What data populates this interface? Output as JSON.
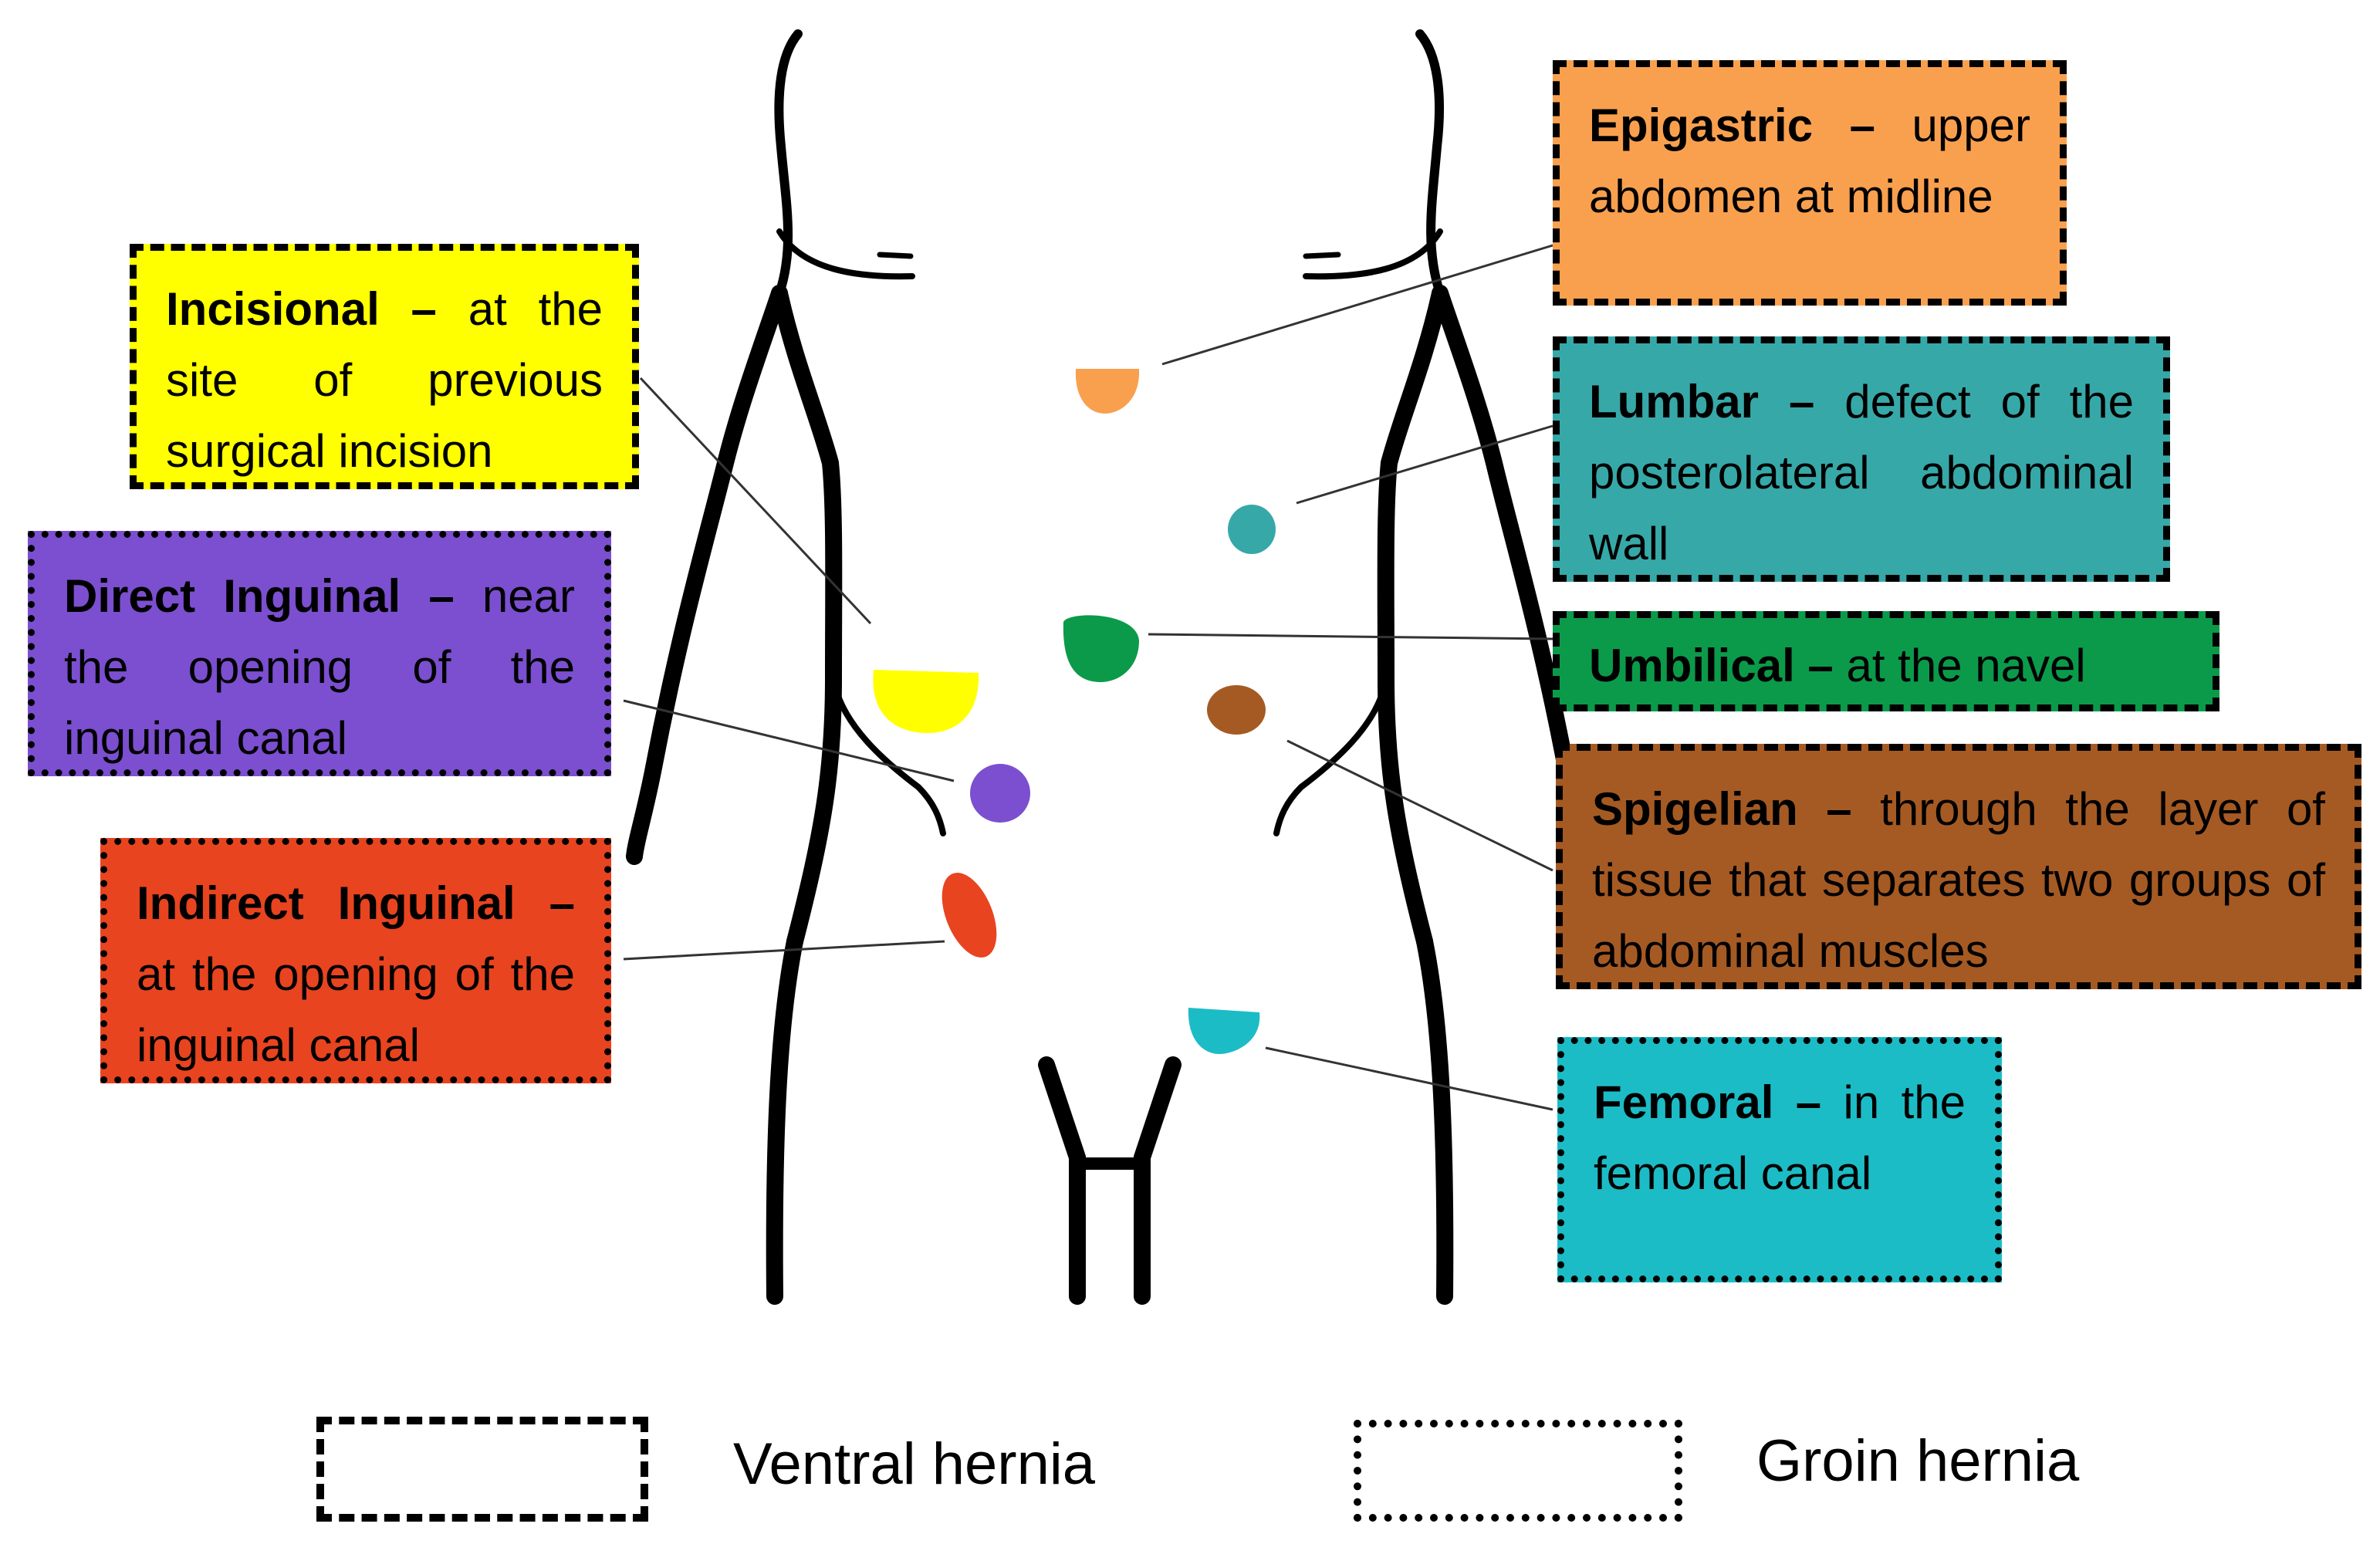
{
  "hernias": [
    {
      "name": "Incisional",
      "sep": " – ",
      "desc": "at the site of previous surgical incision",
      "color": "#ffff00",
      "type": "ventral"
    },
    {
      "name": "Direct Inguinal",
      "sep": " – ",
      "desc": "near the opening of the inguinal canal",
      "color": "#7b4fcf",
      "type": "groin"
    },
    {
      "name": "Indirect Inguinal",
      "sep": " – ",
      "desc": "at the opening of the inguinal canal",
      "color": "#e84420",
      "type": "groin"
    },
    {
      "name": "Epigastric",
      "sep": " – ",
      "desc": "upper abdomen at midline",
      "color": "#f9a04f",
      "type": "ventral"
    },
    {
      "name": "Lumbar",
      "sep": " – ",
      "desc": "defect of the posterolateral abdominal wall",
      "color": "#37a8a8",
      "type": "ventral"
    },
    {
      "name": "Umbilical",
      "sep": " – ",
      "desc": "at the navel",
      "color": "#0b9a4a",
      "type": "ventral"
    },
    {
      "name": "Spigelian",
      "sep": " – ",
      "desc": "through the layer of tissue that separates two groups of abdominal muscles",
      "color": "#a55a23",
      "type": "ventral"
    },
    {
      "name": "Femoral",
      "sep": " – ",
      "desc": "in the femoral canal",
      "color": "#1cbcc6",
      "type": "groin"
    }
  ],
  "legend": {
    "ventral_label": "Ventral hernia",
    "groin_label": "Groin hernia"
  },
  "colors": {
    "outline": "#000000",
    "connector": "#333333"
  }
}
